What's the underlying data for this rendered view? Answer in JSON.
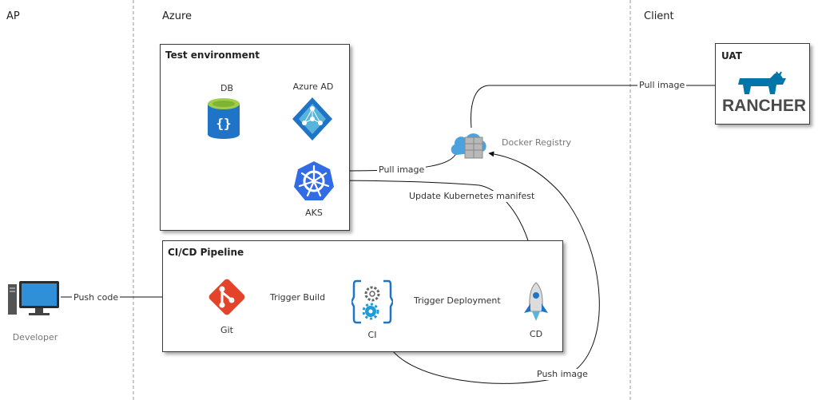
{
  "zones": {
    "ap": "AP",
    "azure": "Azure",
    "client": "Client"
  },
  "boxes": {
    "test_env": "Test environment",
    "cicd": "CI/CD Pipeline",
    "uat": "UAT"
  },
  "nodes": {
    "db": "DB",
    "azure_ad": "Azure AD",
    "aks": "AKS",
    "docker_registry": "Docker Registry",
    "developer": "Developer",
    "git": "Git",
    "ci": "CI",
    "cd": "CD",
    "rancher": "RANCHER"
  },
  "edges": {
    "push_code": "Push code",
    "trigger_build": "Trigger Build",
    "trigger_deployment": "Trigger Deployment",
    "pull_image_aks": "Pull image",
    "pull_image_uat": "Pull image",
    "update_manifest": "Update Kubernetes manifest",
    "push_image": "Push image"
  },
  "colors": {
    "azure_blue": "#1f74c8",
    "git_red": "#e24329",
    "kube_blue": "#326ce5",
    "rancher_blue": "#0075a8",
    "border": "#3a3a3a"
  },
  "icons": {
    "db": "database-icon",
    "azure_ad": "azure-ad-icon",
    "aks": "kubernetes-icon",
    "docker_registry": "cloud-registry-icon",
    "developer": "desktop-computer-icon",
    "git": "git-icon",
    "ci": "gear-icon",
    "cd": "rocket-icon",
    "rancher": "rancher-logo"
  }
}
